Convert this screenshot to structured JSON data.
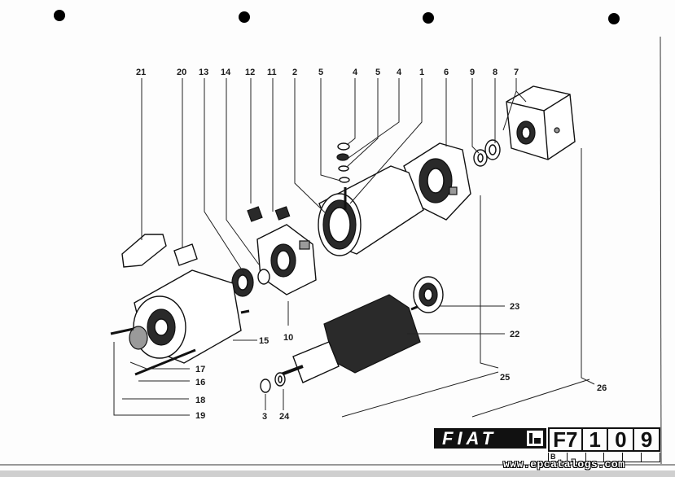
{
  "callouts": {
    "c1": "1",
    "c2": "2",
    "c3": "3",
    "c4a": "4",
    "c4b": "4",
    "c5a": "5",
    "c5b": "5",
    "c6": "6",
    "c7": "7",
    "c8": "8",
    "c9": "9",
    "c10": "10",
    "c11": "11",
    "c12": "12",
    "c13": "13",
    "c14": "14",
    "c15": "15",
    "c16": "16",
    "c17": "17",
    "c18": "18",
    "c19": "19",
    "c20": "20",
    "c21": "21",
    "c22": "22",
    "c23": "23",
    "c24": "24",
    "c25": "25",
    "c26": "26"
  },
  "footer": {
    "brand": "FIAT",
    "code": [
      "F7",
      "1",
      "0",
      "9"
    ],
    "sub_label": "B",
    "watermark": "www.epcatalogs.com"
  },
  "colors": {
    "ink": "#111111",
    "paper": "#fdfdfd"
  }
}
